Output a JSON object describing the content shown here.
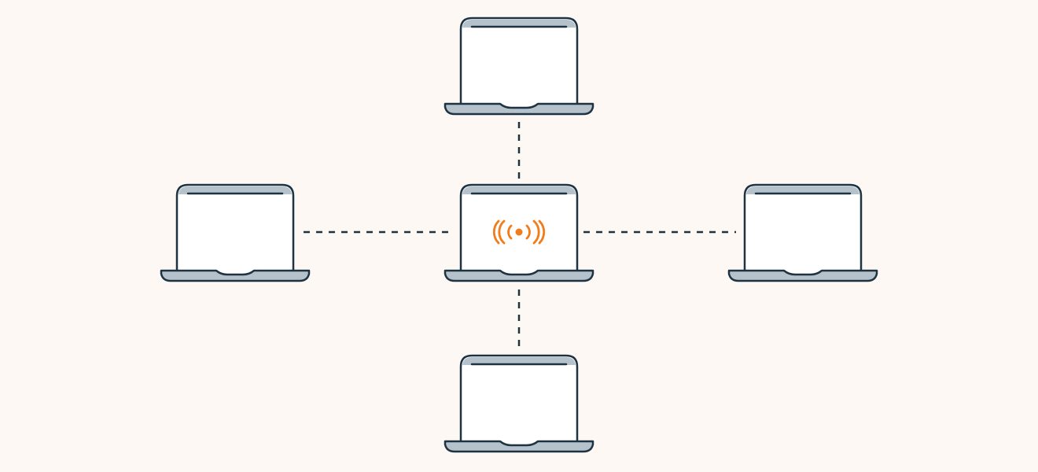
{
  "diagram": {
    "type": "star-network",
    "colors": {
      "background": "#fdf8f4",
      "outline": "#1e3342",
      "lid_accent": "#b5c2cb",
      "screen": "#ffffff",
      "base": "#b5c2cb",
      "signal": "#f07c1a"
    },
    "nodes": [
      {
        "id": "hub",
        "role": "center",
        "icon": "wireless-signal-icon"
      },
      {
        "id": "top",
        "role": "peripheral"
      },
      {
        "id": "left",
        "role": "peripheral"
      },
      {
        "id": "right",
        "role": "peripheral"
      },
      {
        "id": "bottom",
        "role": "peripheral"
      }
    ],
    "links": [
      {
        "from": "hub",
        "to": "top",
        "style": "dashed"
      },
      {
        "from": "hub",
        "to": "left",
        "style": "dashed"
      },
      {
        "from": "hub",
        "to": "right",
        "style": "dashed"
      },
      {
        "from": "hub",
        "to": "bottom",
        "style": "dashed"
      }
    ]
  }
}
